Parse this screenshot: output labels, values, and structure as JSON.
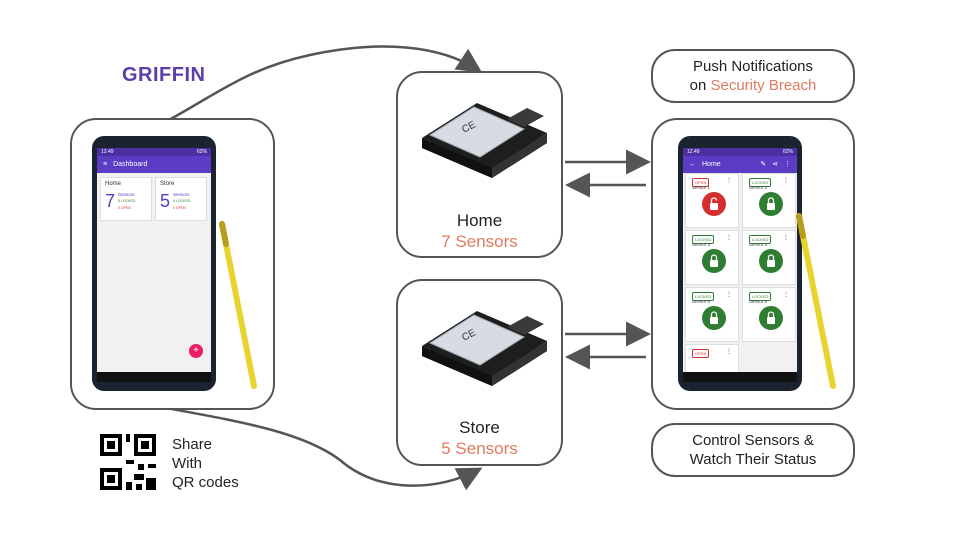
{
  "brand": {
    "title": "GRIFFIN"
  },
  "colors": {
    "brand": "#5a3fa8",
    "accent": "#e07b5f",
    "border": "#555555",
    "app_bar": "#5b3cc4",
    "open": "#d32f2f",
    "locked": "#2e7d32",
    "fab": "#e91e63",
    "pen": "#f0dc3a"
  },
  "left_phone": {
    "time": "12:49",
    "battery": "62%",
    "title": "Dashboard",
    "cards": [
      {
        "name": "Home",
        "count": "7",
        "sensors_label": "Sensors",
        "locked": "5 LOCKED",
        "open": "2 OPEN"
      },
      {
        "name": "Store",
        "count": "5",
        "sensors_label": "Sensors",
        "locked": "5 LOCKED",
        "open": "0 OPEN"
      }
    ],
    "fab": "+"
  },
  "modules": [
    {
      "name": "Home",
      "sensors": "7 Sensors"
    },
    {
      "name": "Store",
      "sensors": "5 Sensors"
    }
  ],
  "module_chip": {
    "mark": "CE"
  },
  "right_phone": {
    "time": "12:49",
    "battery": "62%",
    "title": "Home",
    "back": "←",
    "sensors": [
      {
        "name": "Sensor 1",
        "status": "OPEN"
      },
      {
        "name": "Sensor 2",
        "status": "LOCKED"
      },
      {
        "name": "Sensor 3",
        "status": "LOCKED"
      },
      {
        "name": "Sensor 4",
        "status": "LOCKED"
      },
      {
        "name": "Sensor 5",
        "status": "LOCKED"
      },
      {
        "name": "Sensor 6",
        "status": "LOCKED"
      },
      {
        "name": "",
        "status": "OPEN"
      }
    ]
  },
  "notifications": {
    "line1": "Push Notifications",
    "prefix": "on ",
    "highlight": "Security Breach"
  },
  "control": {
    "line1": "Control Sensors &",
    "line2": "Watch Their Status"
  },
  "share": {
    "line1": "Share",
    "line2": "With",
    "line3": "QR codes"
  }
}
